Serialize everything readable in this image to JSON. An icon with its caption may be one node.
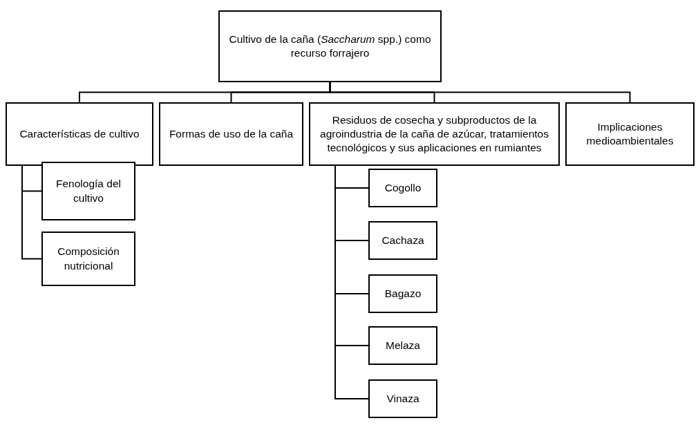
{
  "diagram": {
    "nodes": [
      {
        "text": [
          "Cultivo de la caña (*Saccharum* spp.) como recurso forrajero"
        ]
      },
      {
        "text": [
          "Características de cultivo"
        ]
      },
      {
        "text": [
          "Formas de uso de la caña"
        ]
      },
      {
        "text": [
          "Residuos de cosecha y subproductos de la agroindustria de la caña de azúcar, tratamientos tecnológicos y sus aplicaciones en rumiantes"
        ]
      },
      {
        "text": [
          "Implicaciones medioambientales"
        ]
      },
      {
        "text": [
          "Fenología del cultivo"
        ]
      },
      {
        "text": [
          "Composición nutricional"
        ]
      },
      {
        "text": [
          "Cogollo"
        ]
      },
      {
        "text": [
          "Cachaza"
        ]
      },
      {
        "text": [
          "Bagazo"
        ]
      },
      {
        "text": [
          "Melaza"
        ]
      },
      {
        "text": [
          "Vinaza"
        ]
      }
    ],
    "edges": [
      {
        "from": 0,
        "to": 1,
        "arrow": "none"
      },
      {
        "from": 0,
        "to": 2,
        "arrow": "none"
      },
      {
        "from": 0,
        "to": 3,
        "arrow": "none"
      },
      {
        "from": 0,
        "to": 4,
        "arrow": "none"
      },
      {
        "from": 1,
        "to": 5,
        "arrow": "none"
      },
      {
        "from": 1,
        "to": 6,
        "arrow": "none"
      },
      {
        "from": 3,
        "to": 7,
        "arrow": "none"
      },
      {
        "from": 3,
        "to": 8,
        "arrow": "none"
      },
      {
        "from": 3,
        "to": 9,
        "arrow": "none"
      },
      {
        "from": 3,
        "to": 10,
        "arrow": "none"
      },
      {
        "from": 3,
        "to": 11,
        "arrow": "none"
      }
    ]
  }
}
